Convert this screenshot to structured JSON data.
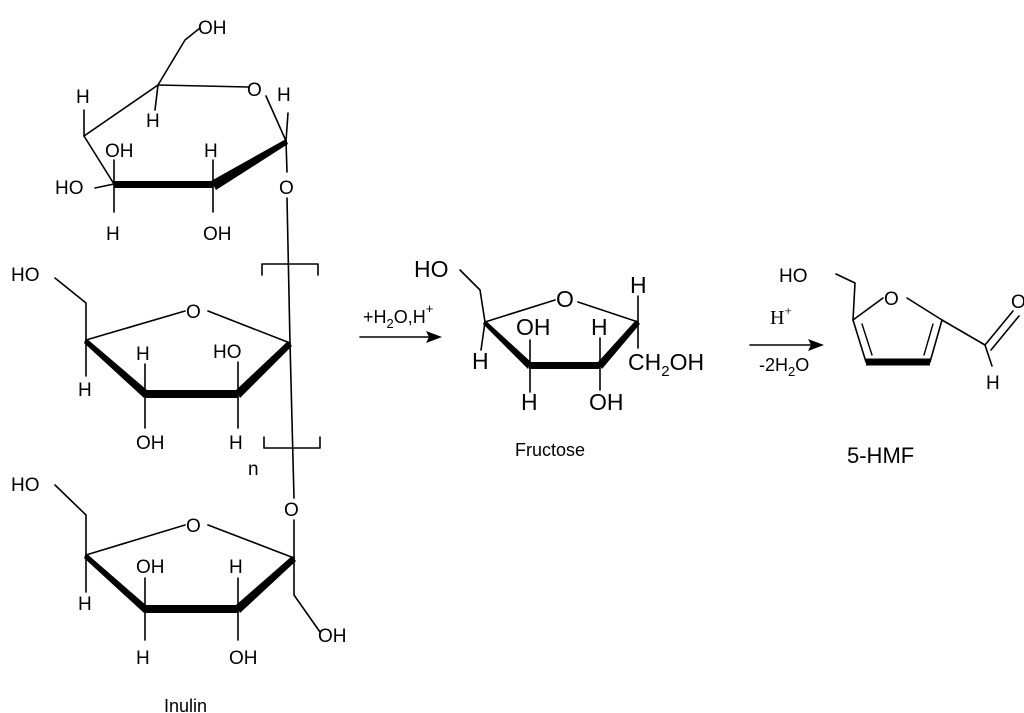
{
  "atoms": {
    "oh": "OH",
    "ho": "HO",
    "o": "O",
    "h": "H",
    "n": "n",
    "ch2": "CH",
    "sub2": "2",
    "o_suffix": "O",
    "o_h": "OH"
  },
  "reaction_1": {
    "cond_prefix": "+H",
    "cond_sub": "2",
    "cond_mid": "O,H",
    "cond_sup": "+"
  },
  "reaction_2": {
    "cond_top_h": "H",
    "cond_top_sup": "+",
    "cond_bottom_prefix": "-2H",
    "cond_bottom_sub": "2",
    "cond_bottom_suffix": "O"
  },
  "captions": {
    "inulin": "Inulin",
    "fructose": "Fructose",
    "hmf": "5-HMF"
  }
}
